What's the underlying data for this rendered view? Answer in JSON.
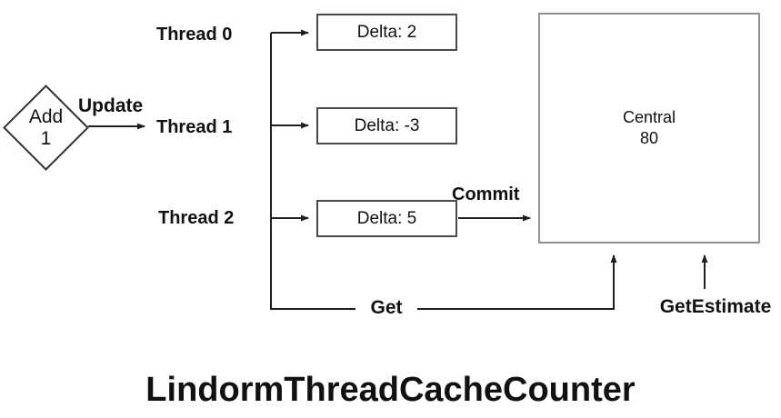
{
  "diagram": {
    "title": "LindormThreadCacheCounter",
    "add_node": {
      "line1": "Add",
      "line2": "1"
    },
    "edge_labels": {
      "update": "Update",
      "commit": "Commit",
      "get": "Get",
      "get_estimate": "GetEstimate"
    },
    "threads": [
      {
        "label": "Thread 0",
        "delta": "Delta: 2"
      },
      {
        "label": "Thread 1",
        "delta": "Delta: -3"
      },
      {
        "label": "Thread 2",
        "delta": "Delta: 5"
      }
    ],
    "central": {
      "line1": "Central",
      "line2": "80"
    },
    "colors": {
      "line": "#1f1f1f",
      "text": "#111111",
      "delta_border": "#4a4a4a",
      "central_border": "#8f8f8f",
      "background": "#ffffff"
    }
  }
}
